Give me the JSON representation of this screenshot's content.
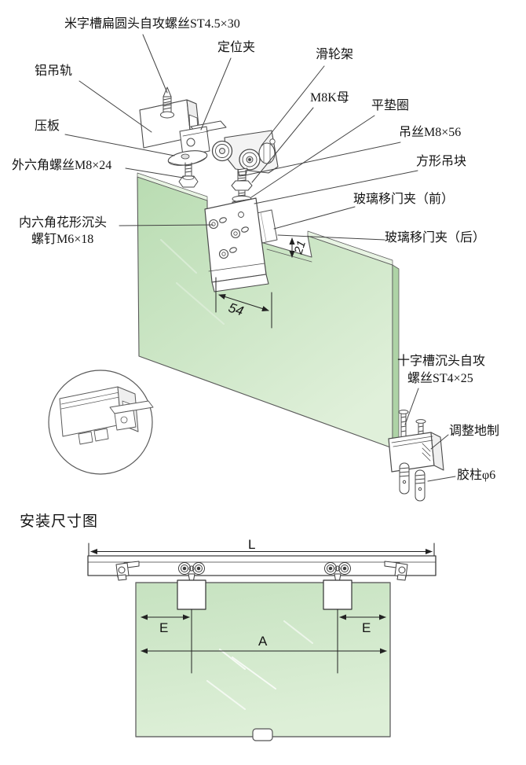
{
  "colors": {
    "glass_green": "#cfe7c9",
    "glass_green_dark": "#b9dcb2",
    "glass_edge": "#aed3a6",
    "line": "#3f3f3f"
  },
  "parts": {
    "self_tapping_screw": "米字槽扁圆头自攻螺丝ST4.5×30",
    "positioning_clip": "定位夹",
    "roller_carriage": "滑轮架",
    "aluminum_track": "铝吊轨",
    "m8k_nut": "M8K母",
    "flat_washer": "平垫圈",
    "pressure_plate": "压板",
    "hex_bolt": "外六角螺丝M8×24",
    "hanging_bolt": "吊丝M8×56",
    "square_hanging_block": "方形吊块",
    "glass_clamp_front": "玻璃移门夹（前）",
    "glass_clamp_back": "玻璃移门夹（后）",
    "torx_screw_line1": "内六角花形沉头",
    "torx_screw_line2": "螺钉M6×18",
    "cross_screw_line1": "十字槽沉头自攻",
    "cross_screw_line2": "螺丝ST4×25",
    "floor_adjuster": "调整地制",
    "rubber_pillar": "胶柱φ6"
  },
  "dimensions": {
    "clamp_screw_spacing": "54",
    "notch_depth": "21"
  },
  "install": {
    "title": "安装尺寸图",
    "track_length": "L",
    "edge_offset_left": "E",
    "edge_offset_right": "E",
    "glass_width": "A"
  }
}
